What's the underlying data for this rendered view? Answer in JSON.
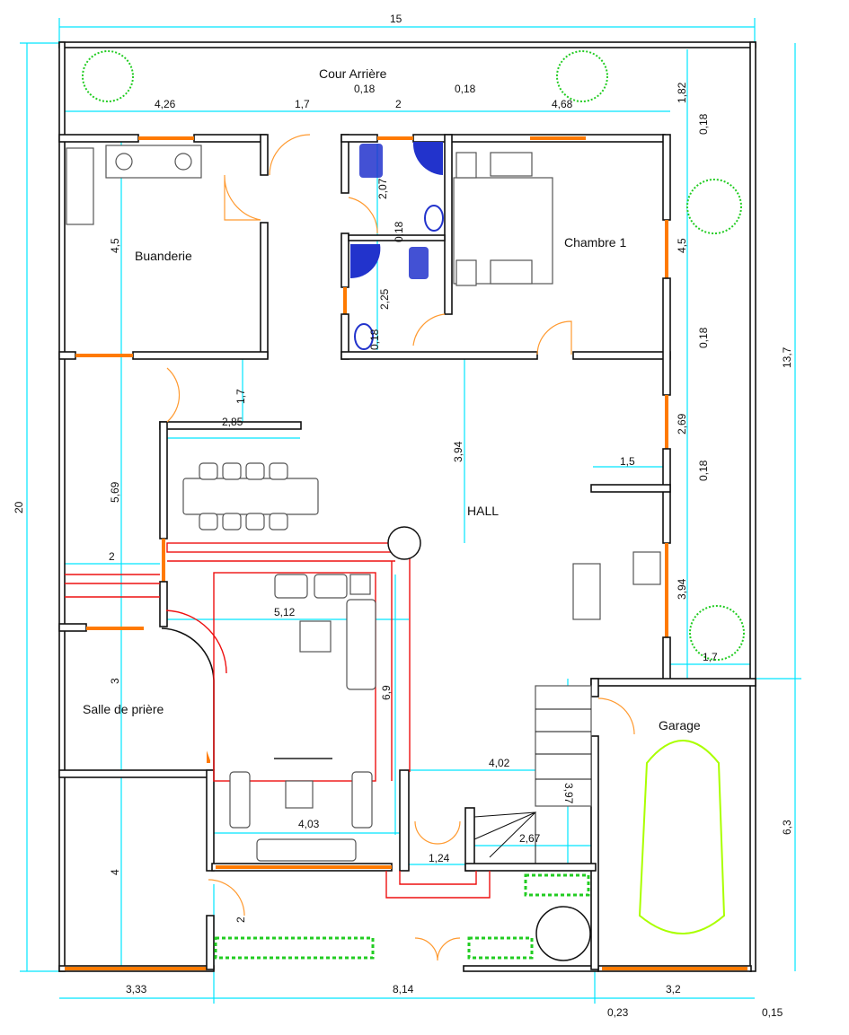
{
  "rooms": {
    "backyard": "Cour Arrière",
    "laundry": "Buanderie",
    "bedroom": "Chambre 1",
    "hall": "HALL",
    "prayer_room": "Salle de prière",
    "garage": "Garage"
  },
  "dimensions": {
    "total_width": "15",
    "total_depth": "20",
    "right_upper": "13,7",
    "right_lower": "6,3",
    "top": [
      "4,26",
      "1,7",
      "0,18",
      "2",
      "0,18",
      "4,68"
    ],
    "right_column": [
      "1,82",
      "0,18",
      "4,5",
      "0,18",
      "2,69",
      "0,18",
      "3,94",
      "1,7"
    ],
    "left_column": [
      "4,5",
      "5,69",
      "3",
      "4"
    ],
    "bath": [
      "2,07",
      "0,18",
      "2,25",
      "0,18"
    ],
    "dining": [
      "1,7",
      "2,85"
    ],
    "hall_depth": "3,94",
    "stair_top": "2",
    "living_width": "5,12",
    "living_depth": "6,9",
    "entry_width": "4,02",
    "stair_depth": "3,97",
    "living_bottom": "4,03",
    "entry_door": "1,24",
    "stair_width": "2,67",
    "front_yard": "2",
    "kitchen": "1,5",
    "bottom": [
      "3,33",
      "8,14",
      "3,2"
    ],
    "bottom_small": [
      "0,23",
      "0,15"
    ]
  },
  "colors": {
    "dimension": "#00e5ff",
    "wall": "#111111",
    "window": "#ff7a00",
    "living_outline": "#ee1111",
    "vegetation": "#22cc22",
    "sanitary": "#1a2fd0",
    "car": "#aaff00"
  }
}
